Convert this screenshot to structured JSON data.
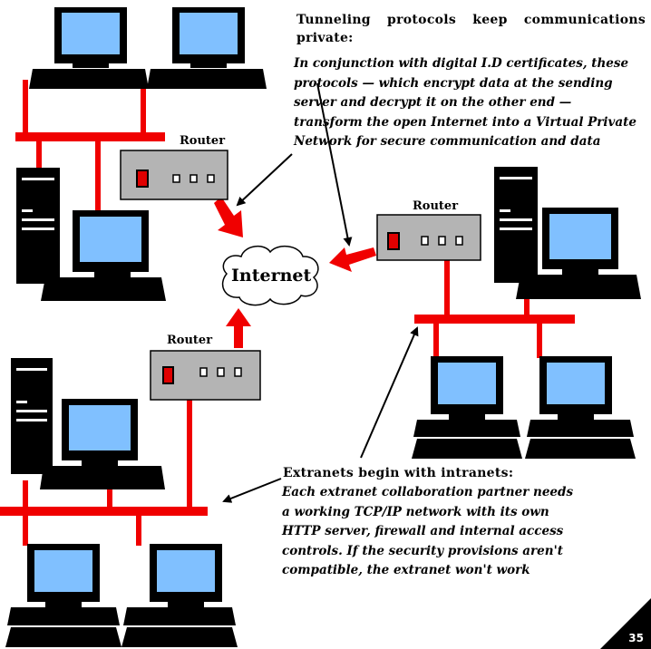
{
  "tunneling": {
    "title_lines": [
      "Tunneling protocols keep communications",
      "private:"
    ],
    "body_lines": [
      "In conjunction with digital I.D certificates, these",
      "protocols — which encrypt data at the sending",
      "server and decrypt it on the other end —",
      "transform the open Internet into a Virtual Private",
      "Network for secure communication and data"
    ]
  },
  "extranets": {
    "title": "Extranets begin with intranets:",
    "body_lines": [
      "Each extranet collaboration partner needs",
      "a working TCP/IP network with its own",
      "HTTP server, firewall and internal access",
      "controls. If the security provisions aren't",
      "compatible, the extranet won't work"
    ]
  },
  "routers": {
    "top_left_label": "Router",
    "right_label": "Router",
    "bottom_label": "Router"
  },
  "internet_label": "Internet",
  "page_number": "35",
  "colors": {
    "link": "#f00000",
    "screen": "#80c0ff",
    "router_body": "#b4b4b4",
    "router_light": "#e00000",
    "device": "#000000"
  }
}
